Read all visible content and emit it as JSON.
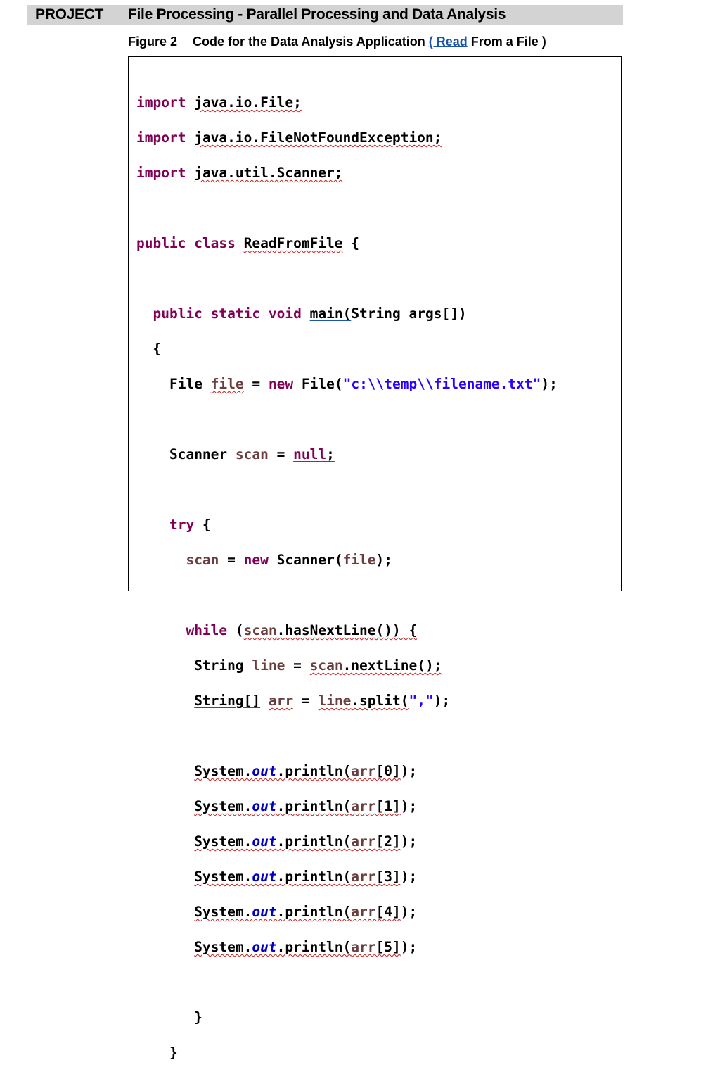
{
  "header": {
    "project_label": "PROJECT",
    "title": "File Processing - Parallel Processing and Data Analysis"
  },
  "caption": {
    "figure_label": "Figure 2",
    "text_before": "Code for the Data Analysis Application ",
    "link_text": "( Read",
    "text_after": " From a File )"
  },
  "code": {
    "imports": [
      {
        "keyword": "import",
        "path": "java.io.File;"
      },
      {
        "keyword": "import",
        "path": "java.io.FileNotFoundException;"
      },
      {
        "keyword": "import",
        "path": "java.util.Scanner;"
      }
    ],
    "class_decl": {
      "kw1": "public",
      "kw2": "class",
      "name": "ReadFromFile",
      "brace": "{"
    },
    "main_decl": {
      "kw1": "public",
      "kw2": "static",
      "kw3": "void",
      "name": "main(",
      "params": "String args[])"
    },
    "open_brace": "{",
    "file_line": {
      "type": "File",
      "var": "file",
      "eq": "=",
      "kw": "new",
      "ctor": "File(",
      "str": "\"c:\\\\temp\\\\filename.txt\"",
      "end": ");"
    },
    "scanner_line": {
      "type": "Scanner",
      "var": "scan",
      "eq": "=",
      "kw": "null",
      "end": ";"
    },
    "try_line": {
      "kw": "try",
      "brace": "{"
    },
    "scan_assign": {
      "var": "scan",
      "eq": "=",
      "kw": "new",
      "ctor": "Scanner(",
      "arg": "file",
      "end": ");"
    },
    "while_line": {
      "kw": "while",
      "open": "(",
      "var": "scan",
      "method": ".hasNextLine()) {"
    },
    "line_decl": {
      "type": "String",
      "var": "line",
      "eq": "=",
      "obj": "scan",
      "method": ".nextLine();"
    },
    "arr_decl": {
      "type": "String[]",
      "var": "arr",
      "eq": "=",
      "obj": "line",
      "method": ".split(",
      "str": "\",\"",
      "end": ");"
    },
    "println_prefix": "System.",
    "println_field": "out",
    "println_method": ".println(",
    "println_arr": "arr",
    "println_indices": [
      "[0]",
      "[1]",
      "[2]",
      "[3]",
      "[4]",
      "[5]"
    ],
    "println_end": ");",
    "close_while": "}",
    "close_try": "}"
  }
}
